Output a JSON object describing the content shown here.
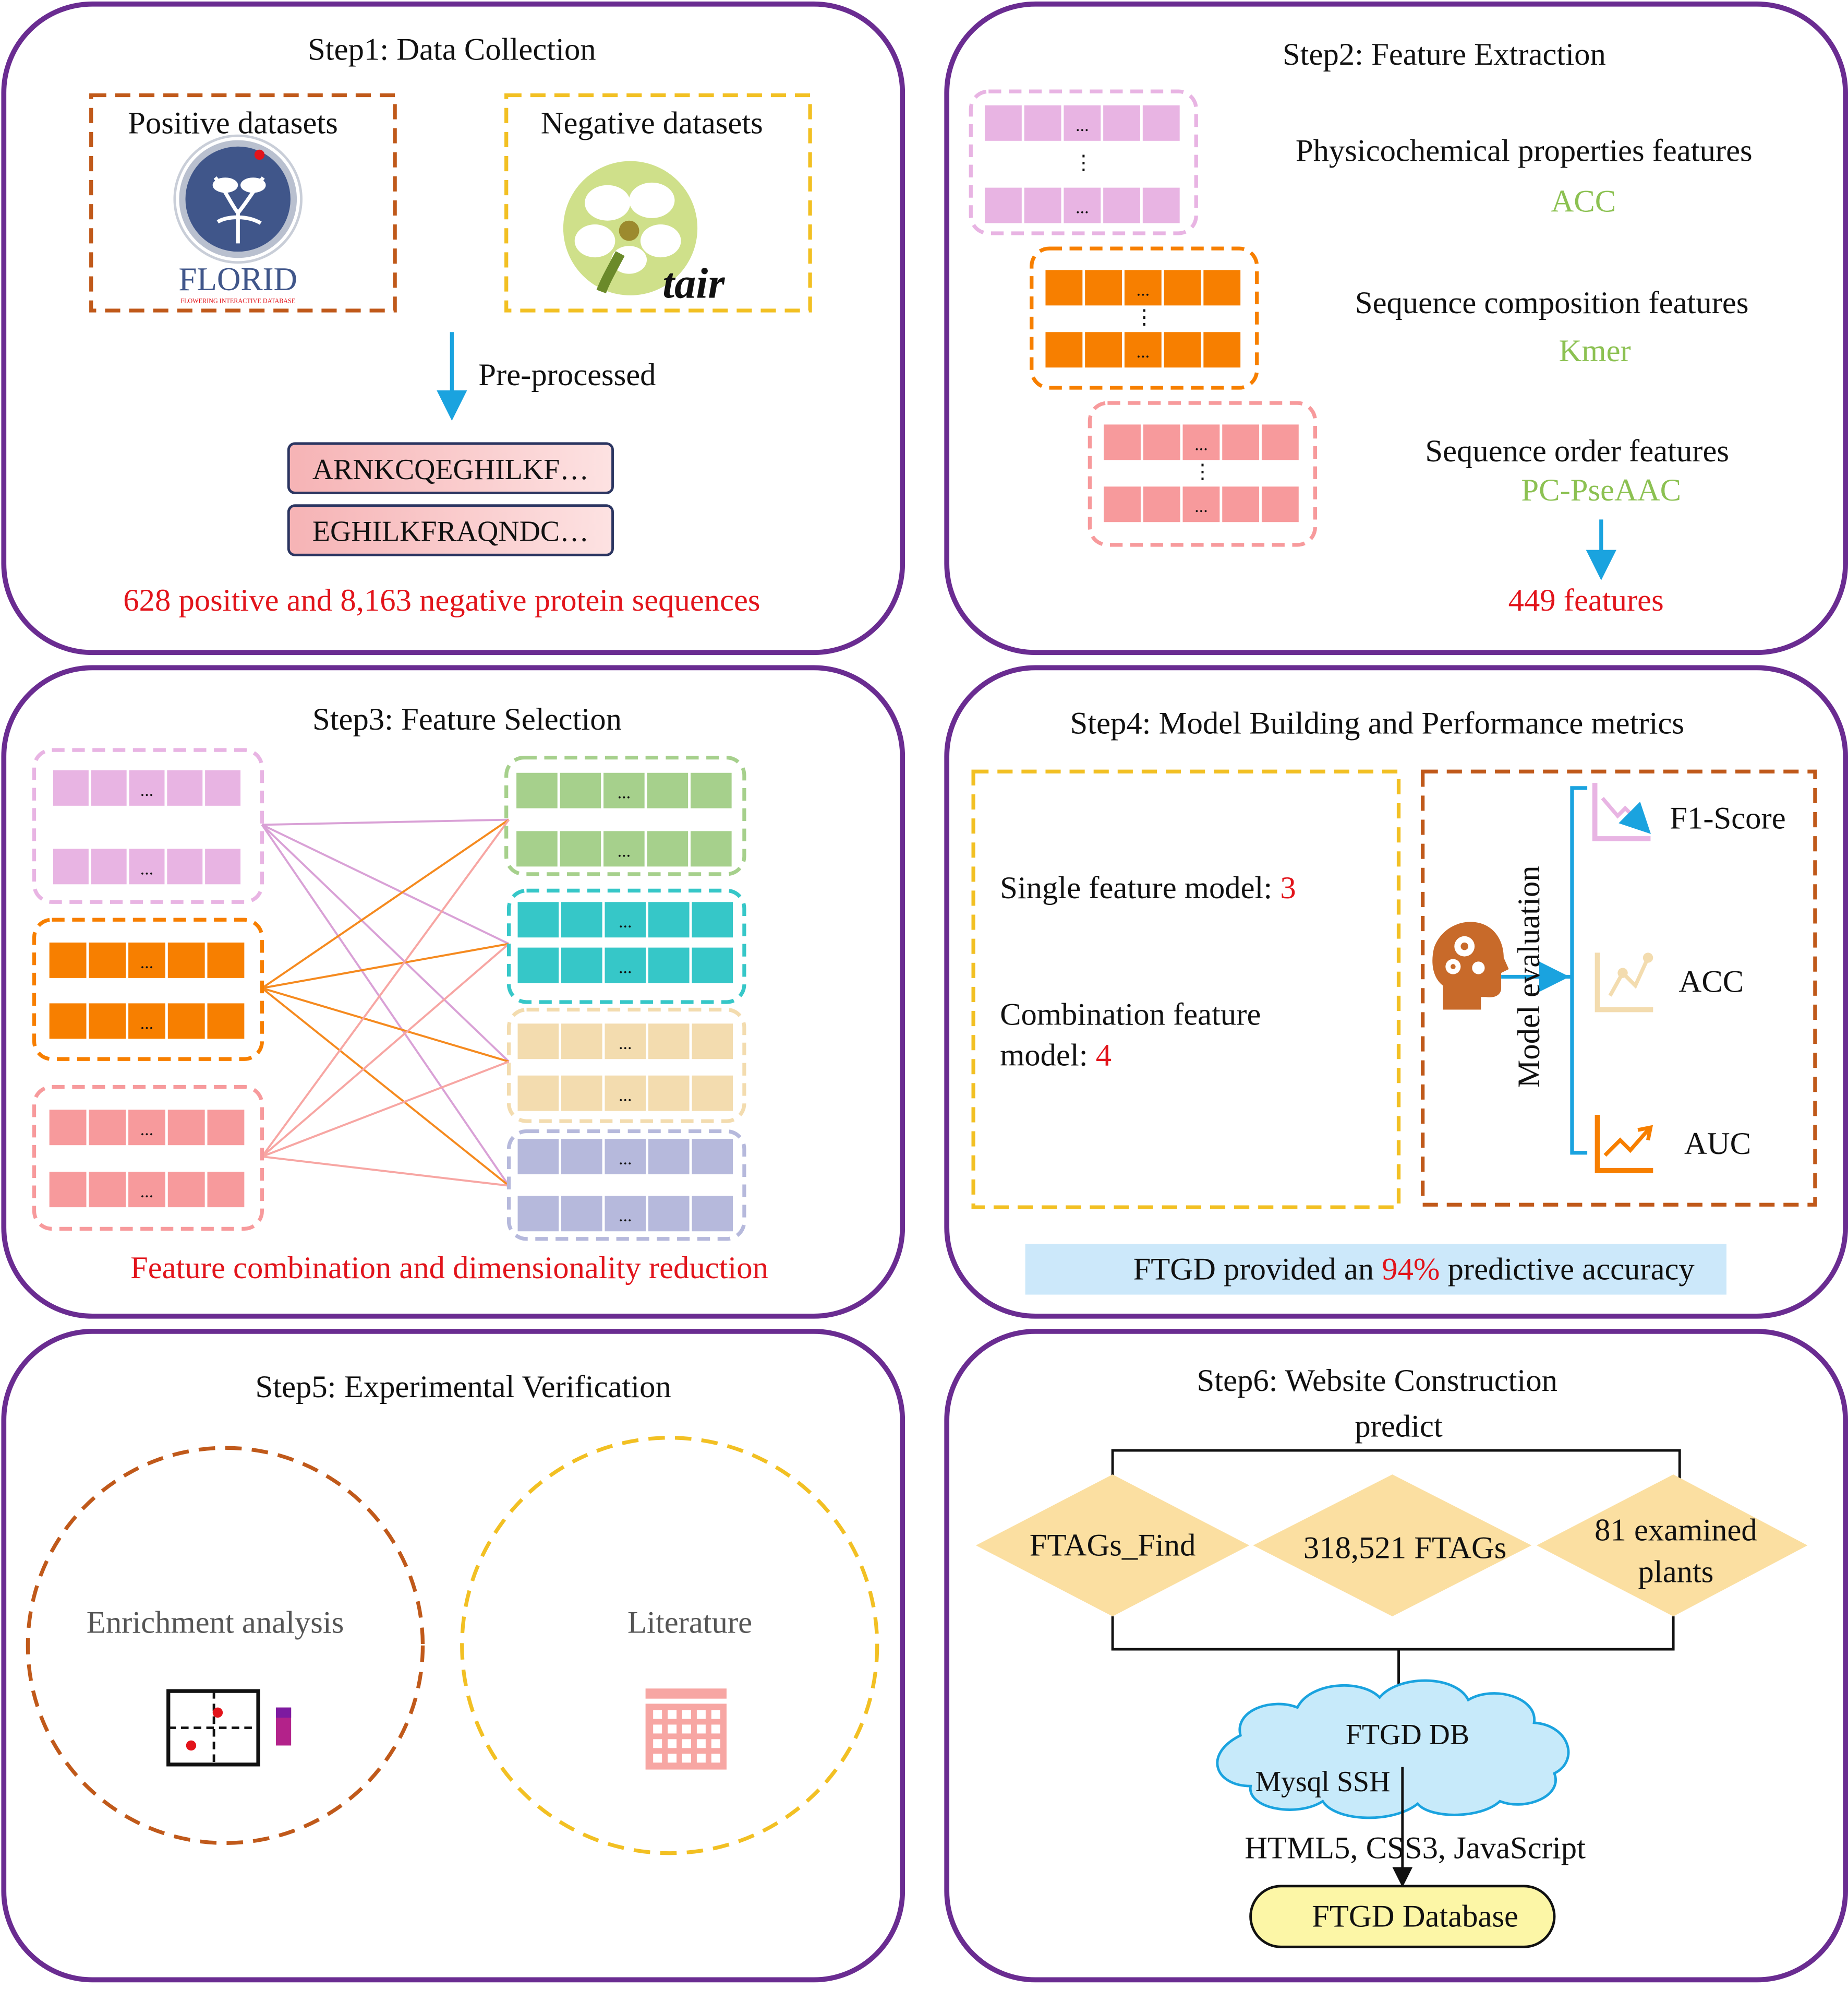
{
  "colors": {
    "panel_border": "#6a2c91",
    "accent_red": "#e2141b",
    "accent_green": "#8cc152",
    "arrow_blue": "#1aa3df",
    "brown_dash": "#c0591a",
    "yellow_dash": "#f2c023",
    "pink_cell": "#e8b4e3",
    "orange_cell": "#f77f00",
    "salmon_cell": "#f79a9c",
    "green_cell": "#a6d08c",
    "teal_cell": "#36c7c8",
    "wheat_cell": "#f3dcaf",
    "lavender_cell": "#b6b9dc",
    "diamond_fill": "#fbdfa1",
    "cloud_fill": "#c7eafa",
    "db_fill": "#fcf6a6",
    "highlight_fill": "#cce8fa"
  },
  "cell_ellipsis": "...",
  "step1": {
    "title": "Step1: Data Collection",
    "positive_label": "Positive datasets",
    "negative_label": "Negative datasets",
    "florid_logo": "FLORID",
    "florid_sub": "FLOWERING INTERACTIVE DATABASE",
    "tair_logo": "tair",
    "arrow_label": "Pre-processed",
    "sequences": [
      "ARNKCQEGHILKF…",
      "EGHILKFRAQNDC…"
    ],
    "summary": "628 positive and 8,163 negative protein sequences"
  },
  "step2": {
    "title": "Step2: Feature Extraction",
    "groups": [
      {
        "label": "Physicochemical properties features",
        "method": "ACC"
      },
      {
        "label": "Sequence composition features",
        "method": "Kmer"
      },
      {
        "label": "Sequence order features",
        "method": "PC-PseAAC"
      }
    ],
    "result": "449 features"
  },
  "step3": {
    "title": "Step3: Feature Selection",
    "caption": "Feature combination and dimensionality reduction"
  },
  "step4": {
    "title": "Step4: Model Building and Performance metrics",
    "single_label": "Single feature model: ",
    "single_value": "3",
    "combo_label_line1": "Combination feature",
    "combo_label_line2": "model: ",
    "combo_value": "4",
    "eval_label": "Model evaluation",
    "metrics": [
      "F1-Score",
      "ACC",
      "AUC"
    ],
    "accuracy_prefix": "FTGD provided an ",
    "accuracy_value": "94%",
    "accuracy_suffix": " predictive accuracy"
  },
  "step5": {
    "title": "Step5: Experimental Verification",
    "left_circle": "Enrichment analysis",
    "right_circle": "Literature"
  },
  "step6": {
    "title": "Step6: Website Construction",
    "predict": "predict",
    "diamonds": [
      {
        "line1": "FTAGs_Find",
        "line2": ""
      },
      {
        "line1": "318,521 FTAGs",
        "line2": ""
      },
      {
        "line1": "81 examined",
        "line2": "plants"
      }
    ],
    "cloud_title": "FTGD DB",
    "cloud_sub": "Mysql SSH",
    "tech": "HTML5, CSS3, JavaScript",
    "db_label": "FTGD Database"
  }
}
